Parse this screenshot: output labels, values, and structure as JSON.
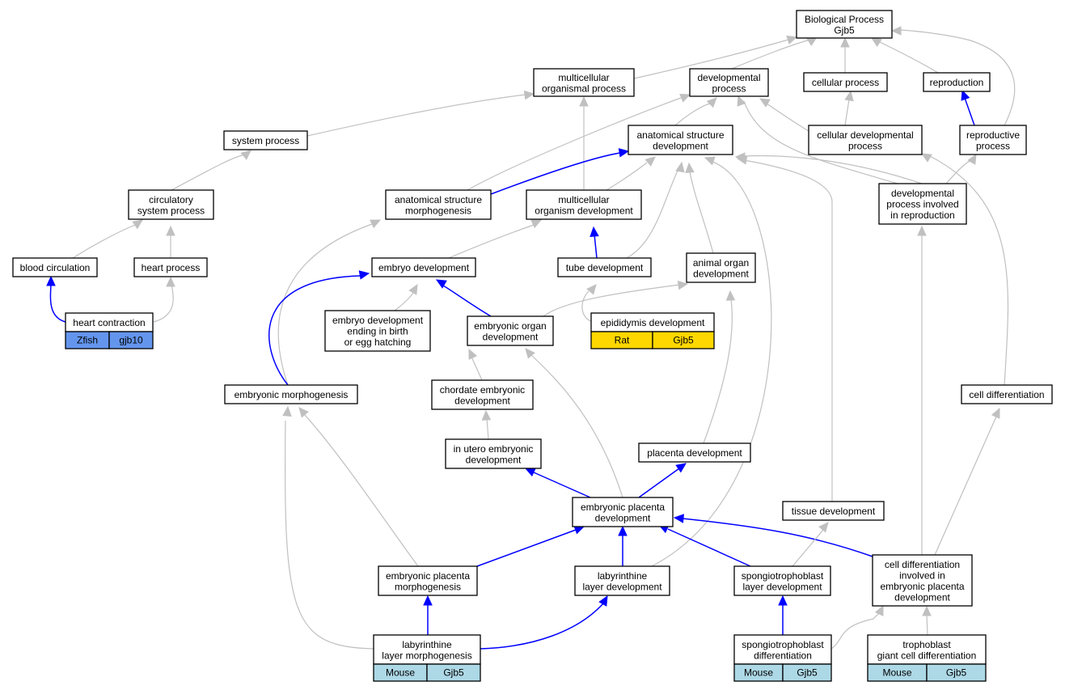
{
  "colors": {
    "gray_edge": "#c0c0c0",
    "blue_edge": "#0000ff",
    "mouse": "#add8e6",
    "rat": "#ffd700",
    "zfish": "#6495ed"
  },
  "nodes": {
    "bp": [
      "Biological Process",
      "Gjb5"
    ],
    "multicellular_organismal_process": [
      "multicellular",
      "organismal process"
    ],
    "developmental_process": [
      "developmental",
      "process"
    ],
    "cellular_process": [
      "cellular process"
    ],
    "reproduction": [
      "reproduction"
    ],
    "system_process": [
      "system process"
    ],
    "anatomical_structure_development": [
      "anatomical structure",
      "development"
    ],
    "cellular_developmental_process": [
      "cellular developmental",
      "process"
    ],
    "reproductive_process": [
      "reproductive",
      "process"
    ],
    "circulatory_system_process": [
      "circulatory",
      "system process"
    ],
    "anatomical_structure_morphogenesis": [
      "anatomical structure",
      "morphogenesis"
    ],
    "multicellular_organism_development": [
      "multicellular",
      "organism development"
    ],
    "developmental_process_involved_in_reproduction": [
      "developmental",
      "process involved",
      "in reproduction"
    ],
    "blood_circulation": [
      "blood circulation"
    ],
    "heart_process": [
      "heart process"
    ],
    "embryo_development": [
      "embryo development"
    ],
    "tube_development": [
      "tube development"
    ],
    "animal_organ_development": [
      "animal organ",
      "development"
    ],
    "heart_contraction": [
      "heart contraction"
    ],
    "embryo_development_ending_in_birth": [
      "embryo development",
      "ending in birth",
      "or egg hatching"
    ],
    "embryonic_organ_development": [
      "embryonic organ",
      "development"
    ],
    "epididymis_development": [
      "epididymis development"
    ],
    "embryonic_morphogenesis": [
      "embryonic morphogenesis"
    ],
    "chordate_embryonic_development": [
      "chordate embryonic",
      "development"
    ],
    "cell_differentiation": [
      "cell differentiation"
    ],
    "in_utero_embryonic_development": [
      "in utero embryonic",
      "development"
    ],
    "placenta_development": [
      "placenta development"
    ],
    "embryonic_placenta_development": [
      "embryonic placenta",
      "development"
    ],
    "tissue_development": [
      "tissue development"
    ],
    "embryonic_placenta_morphogenesis": [
      "embryonic placenta",
      "morphogenesis"
    ],
    "labyrinthine_layer_development": [
      "labyrinthine",
      "layer development"
    ],
    "spongiotrophoblast_layer_development": [
      "spongiotrophoblast",
      "layer development"
    ],
    "cell_differentiation_involved_in_embryonic_placenta_development": [
      "cell differentiation",
      "involved in",
      "embryonic placenta",
      "development"
    ],
    "labyrinthine_layer_morphogenesis": [
      "labyrinthine",
      "layer morphogenesis"
    ],
    "spongiotrophoblast_differentiation": [
      "spongiotrophoblast",
      "differentiation"
    ],
    "trophoblast_giant_cell_differentiation": [
      "trophoblast",
      "giant cell differentiation"
    ]
  },
  "annotations": {
    "heart_contraction": [
      "Zfish",
      "gjb10"
    ],
    "epididymis_development": [
      "Rat",
      "Gjb5"
    ],
    "labyrinthine_layer_morphogenesis": [
      "Mouse",
      "Gjb5"
    ],
    "spongiotrophoblast_differentiation": [
      "Mouse",
      "Gjb5"
    ],
    "trophoblast_giant_cell_differentiation": [
      "Mouse",
      "Gjb5"
    ]
  }
}
